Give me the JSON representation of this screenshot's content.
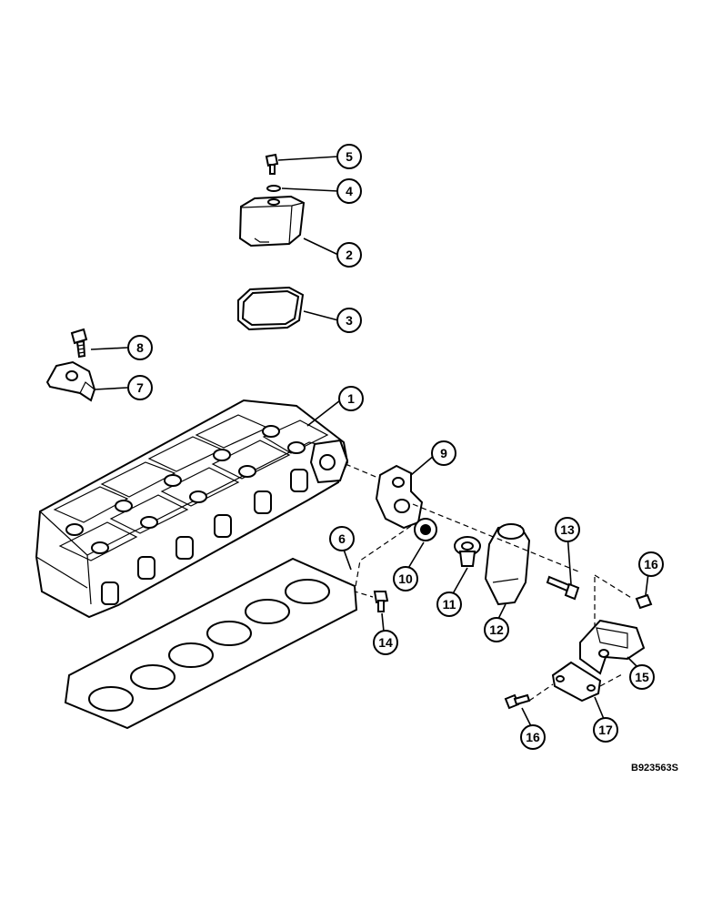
{
  "figure": {
    "reference_code": "B923563S",
    "callouts": [
      {
        "id": "c5",
        "number": "5",
        "part": "bolt"
      },
      {
        "id": "c4",
        "number": "4",
        "part": "washer"
      },
      {
        "id": "c2",
        "number": "2",
        "part": "valve-cover"
      },
      {
        "id": "c3",
        "number": "3",
        "part": "valve-cover-gasket"
      },
      {
        "id": "c8",
        "number": "8",
        "part": "bolt"
      },
      {
        "id": "c7",
        "number": "7",
        "part": "lifting-bracket"
      },
      {
        "id": "c1",
        "number": "1",
        "part": "cylinder-head"
      },
      {
        "id": "c9",
        "number": "9",
        "part": "gasket"
      },
      {
        "id": "c6",
        "number": "6",
        "part": "head-gasket"
      },
      {
        "id": "c13",
        "number": "13",
        "part": "bolt"
      },
      {
        "id": "c16a",
        "number": "16",
        "part": "nut"
      },
      {
        "id": "c10",
        "number": "10",
        "part": "seal"
      },
      {
        "id": "c11",
        "number": "11",
        "part": "thermostat"
      },
      {
        "id": "c14",
        "number": "14",
        "part": "bolt"
      },
      {
        "id": "c12",
        "number": "12",
        "part": "thermostat-housing"
      },
      {
        "id": "c15",
        "number": "15",
        "part": "bracket"
      },
      {
        "id": "c16b",
        "number": "16",
        "part": "bolt"
      },
      {
        "id": "c17",
        "number": "17",
        "part": "plate"
      }
    ]
  }
}
